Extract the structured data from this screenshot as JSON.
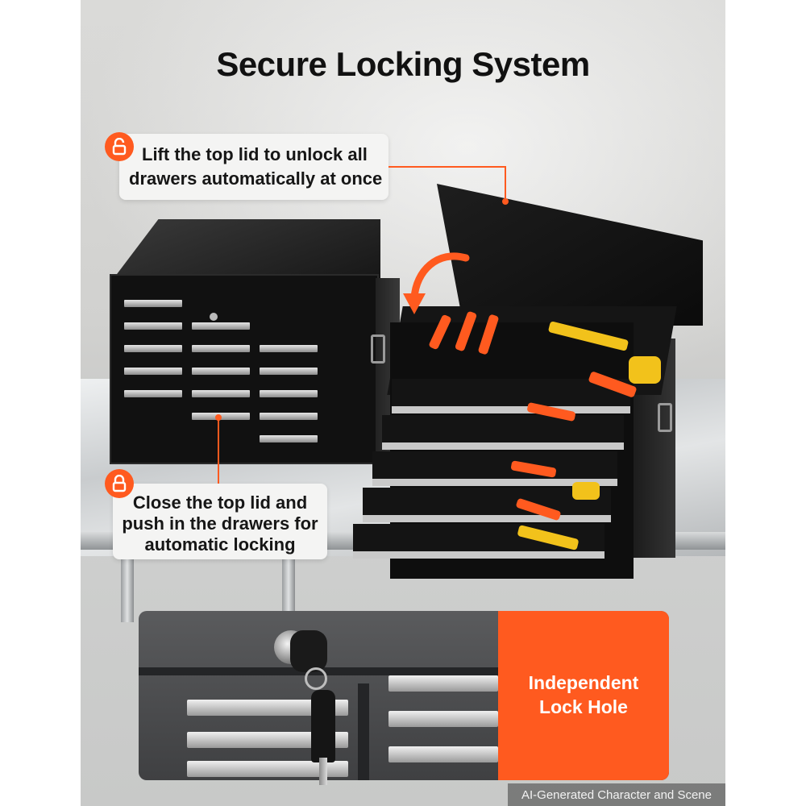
{
  "title": "Secure Locking System",
  "callouts": {
    "unlock": {
      "line1": "Lift  the top lid to unlock all",
      "line2": "drawers automatically at once",
      "icon": "unlocked-padlock-icon"
    },
    "lock": {
      "line1": "Close the top lid and",
      "line2": "push in the drawers for",
      "line3": "automatic locking",
      "icon": "locked-padlock-icon"
    }
  },
  "lock_hole_label": {
    "line1": "Independent",
    "line2": "Lock Hole"
  },
  "footer_note": "AI-Generated Character and Scene",
  "colors": {
    "accent": "#ff5a1f",
    "chest": "#111111",
    "callout_bg": "#f4f4f3"
  }
}
